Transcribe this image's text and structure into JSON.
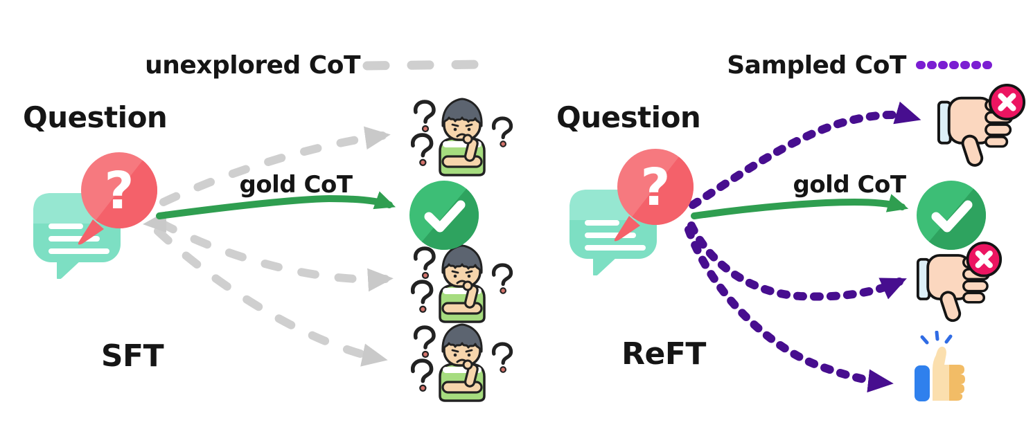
{
  "left_panel": {
    "legend_label": "unexplored CoT",
    "question_label": "Question",
    "gold_cot_label": "gold CoT",
    "method_label": "SFT",
    "outcomes": [
      "confused-person",
      "correct-check",
      "confused-person",
      "confused-person"
    ]
  },
  "right_panel": {
    "legend_label": "Sampled CoT",
    "question_label": "Question",
    "gold_cot_label": "gold CoT",
    "method_label": "ReFT",
    "outcomes": [
      "thumbs-down-incorrect",
      "correct-check",
      "thumbs-down-incorrect",
      "thumbs-up-reward"
    ]
  },
  "glyphs": {
    "question_mark": "?"
  },
  "colors": {
    "gold_cot_green": "#2F9E50",
    "unexplored_gray": "#CFCFCF",
    "sampled_purple_legend": "#7B1ED2",
    "sampled_purple_arrow": "#470E8F",
    "correct_check_green": "#3DBE76",
    "incorrect_badge_red": "#EC1561",
    "question_balloon_red": "#F6797F",
    "question_bubble_teal": "#7DDFC3",
    "thumbs_up_sleeve_blue": "#2F80ED",
    "person_shirt_green": "#A6DC7F",
    "text_black": "#151515"
  }
}
